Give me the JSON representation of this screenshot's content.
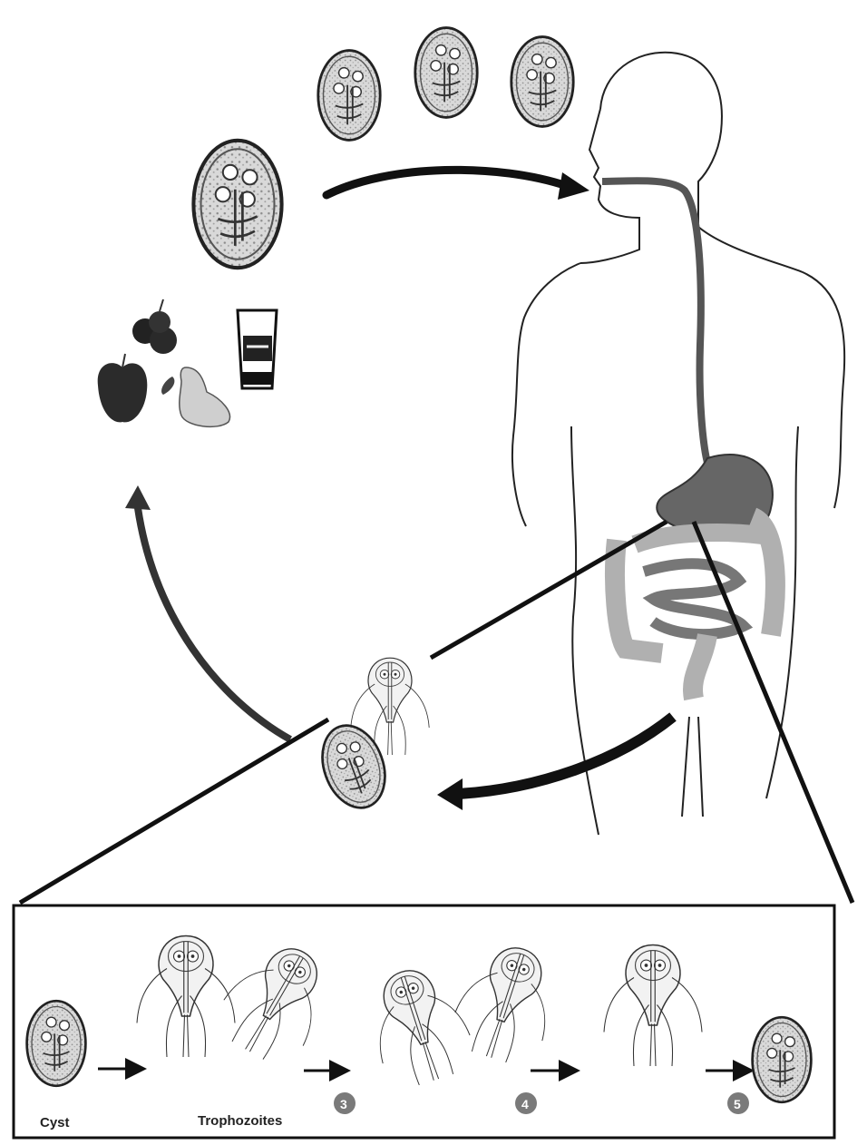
{
  "labels": {
    "cyst": "Cyst",
    "trophozoites": "Trophozoites"
  },
  "steps": [
    "3",
    "4",
    "5"
  ],
  "icons": [
    "cyst-icon",
    "trophozoite-icon",
    "human-body-icon",
    "berries-icon",
    "apple-icon",
    "pear-icon",
    "water-glass-icon",
    "arrow-icon"
  ],
  "colors": {
    "line": "#111111",
    "organ_dark": "#555555",
    "organ_mid": "#8a8a8a",
    "organ_light": "#b5b5b5",
    "step_badge": "#7a7a7a"
  }
}
